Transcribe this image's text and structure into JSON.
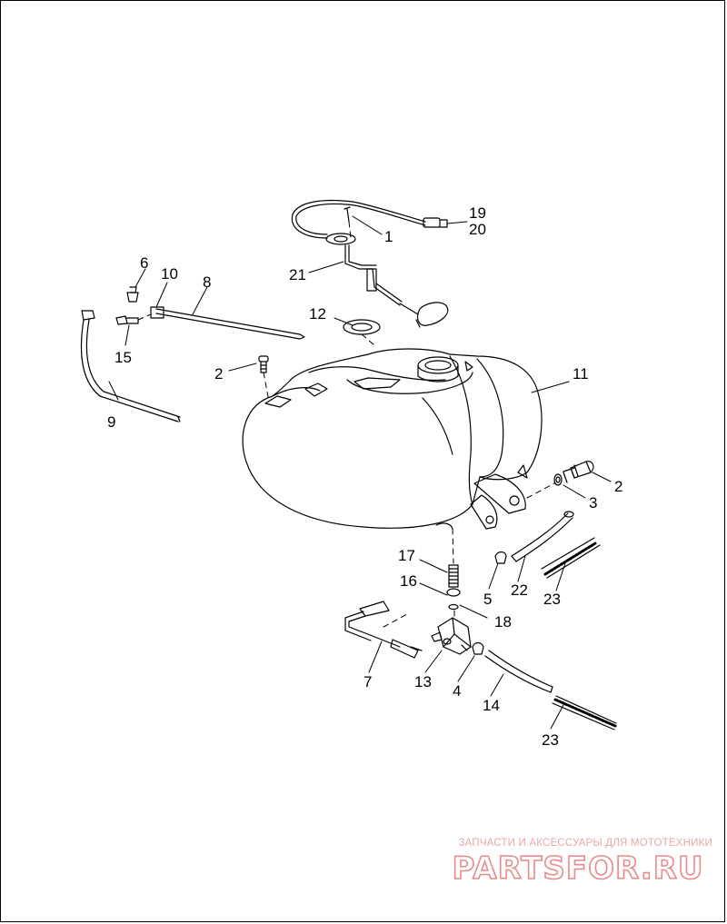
{
  "diagram": {
    "callouts": [
      {
        "id": "c1",
        "text": "1"
      },
      {
        "id": "c19",
        "text": "19"
      },
      {
        "id": "c20",
        "text": "20"
      },
      {
        "id": "c21",
        "text": "21"
      },
      {
        "id": "c6",
        "text": "6"
      },
      {
        "id": "c10",
        "text": "10"
      },
      {
        "id": "c8",
        "text": "8"
      },
      {
        "id": "c12",
        "text": "12"
      },
      {
        "id": "c15",
        "text": "15"
      },
      {
        "id": "c2a",
        "text": "2"
      },
      {
        "id": "c11",
        "text": "11"
      },
      {
        "id": "c9",
        "text": "9"
      },
      {
        "id": "c2b",
        "text": "2"
      },
      {
        "id": "c3",
        "text": "3"
      },
      {
        "id": "c17",
        "text": "17"
      },
      {
        "id": "c16",
        "text": "16"
      },
      {
        "id": "c18",
        "text": "18"
      },
      {
        "id": "c5",
        "text": "5"
      },
      {
        "id": "c22",
        "text": "22"
      },
      {
        "id": "c23a",
        "text": "23"
      },
      {
        "id": "c7",
        "text": "7"
      },
      {
        "id": "c13",
        "text": "13"
      },
      {
        "id": "c4",
        "text": "4"
      },
      {
        "id": "c14",
        "text": "14"
      },
      {
        "id": "c23b",
        "text": "23"
      }
    ]
  },
  "watermark": {
    "caption": "ЗАПЧАСТИ И АКСЕССУАРЫ ДЛЯ МОТОТЕХНИКИ",
    "logo": "PARTSFOR.RU",
    "color": "#e98a8a"
  }
}
